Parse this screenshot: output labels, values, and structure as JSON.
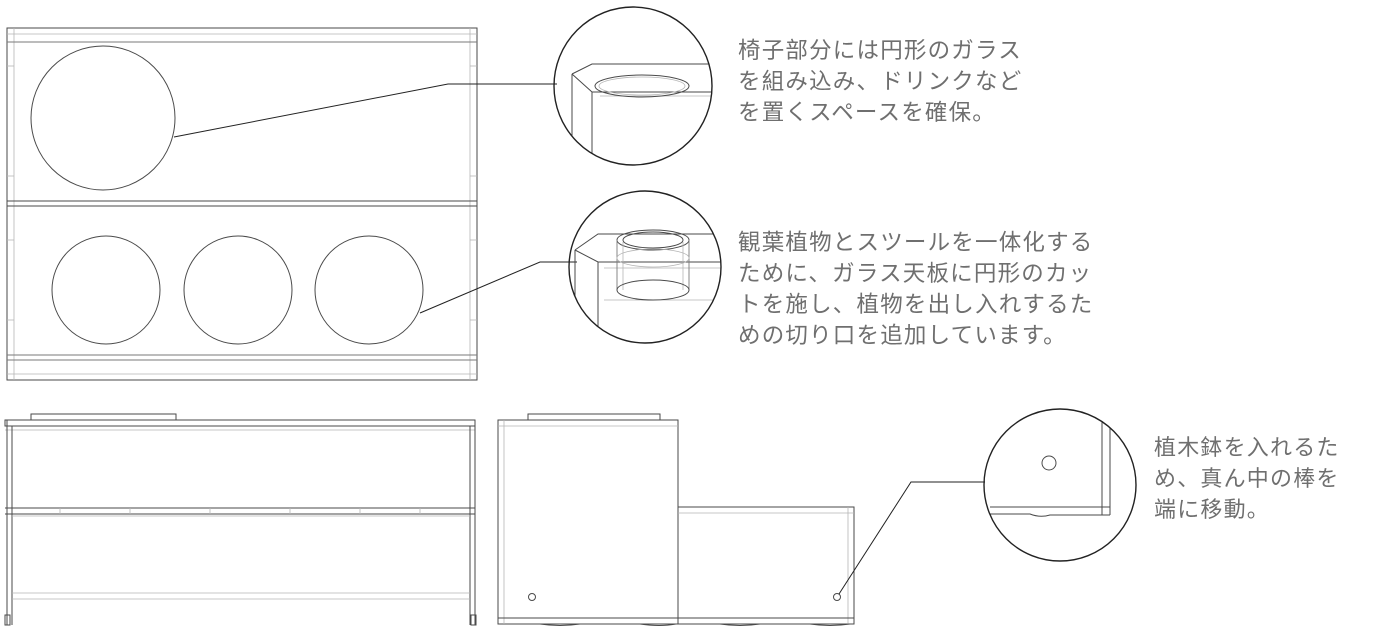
{
  "annotations": {
    "seat_glass": "椅子部分には円形のガラス\nを組み込み、ドリンクなど\nを置くスペースを確保。",
    "plant_cut": "観葉植物とスツールを一体化する\nために、ガラス天板に円形のカッ\nトを施し、植物を出し入れするた\nめの切り口を追加しています。",
    "pot_rod": "植木鉢を入れるた\nめ、真ん中の棒を\n端に移動。"
  },
  "colors": {
    "line": "#4a4a4a",
    "text": "#6f6f6f",
    "leader": "#222222"
  }
}
